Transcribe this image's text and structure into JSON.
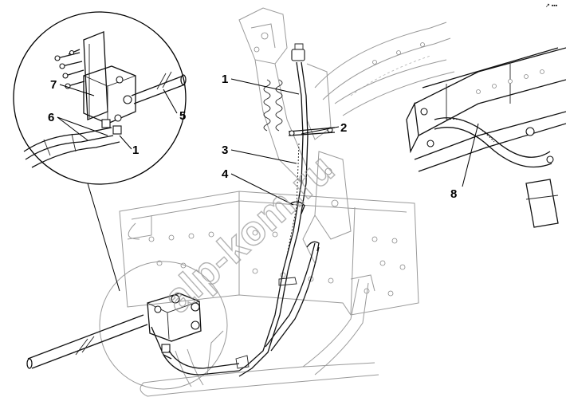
{
  "diagram": {
    "watermark": "alp-kom.ru",
    "corner_mark": "↗ ▪▪▪",
    "callouts": [
      {
        "id": "c1a",
        "label": "1"
      },
      {
        "id": "c1b",
        "label": "1"
      },
      {
        "id": "c2",
        "label": "2"
      },
      {
        "id": "c3",
        "label": "3"
      },
      {
        "id": "c4",
        "label": "4"
      },
      {
        "id": "c5",
        "label": "5"
      },
      {
        "id": "c6",
        "label": "6"
      },
      {
        "id": "c7",
        "label": "7"
      },
      {
        "id": "c8",
        "label": "8"
      }
    ]
  }
}
